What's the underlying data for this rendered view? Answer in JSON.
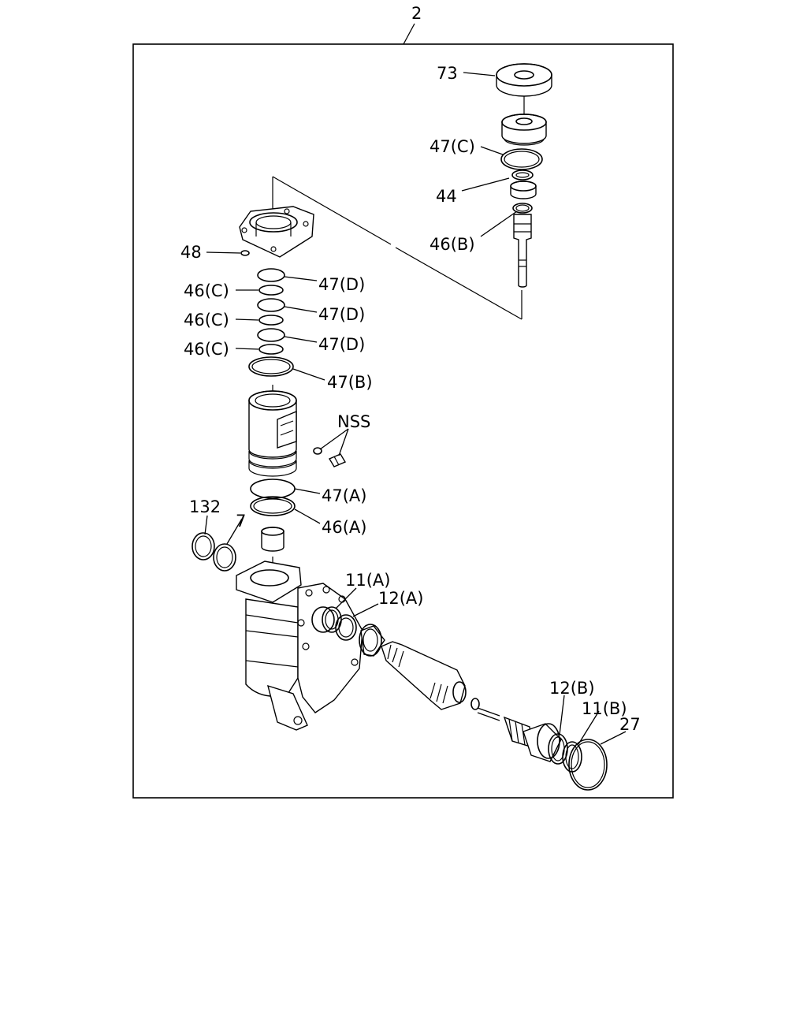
{
  "diagram": {
    "assembly_number": "2",
    "callouts": {
      "c73": "73",
      "c47c": "47(C)",
      "c44": "44",
      "c46b": "46(B)",
      "c48": "48",
      "c46c_1": "46(C)",
      "c46c_2": "46(C)",
      "c46c_3": "46(C)",
      "c47d_1": "47(D)",
      "c47d_2": "47(D)",
      "c47d_3": "47(D)",
      "c47b": "47(B)",
      "cnss": "NSS",
      "c47a": "47(A)",
      "c46a": "46(A)",
      "c132": "132",
      "c7": "7",
      "c11a": "11(A)",
      "c12a": "12(A)",
      "c12b": "12(B)",
      "c11b": "11(B)",
      "c27": "27"
    }
  }
}
